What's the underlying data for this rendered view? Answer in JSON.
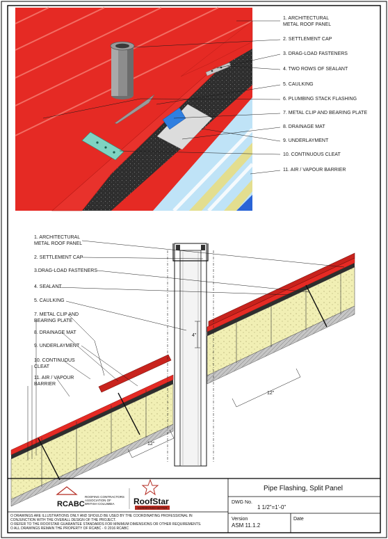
{
  "top_callouts": [
    {
      "lines": [
        "1. ARCHITECTURAL",
        "METAL ROOF PANEL"
      ]
    },
    {
      "lines": [
        "2. SETTLEMENT CAP"
      ]
    },
    {
      "lines": [
        "3. DRAG-LOAD FASTENERS"
      ]
    },
    {
      "lines": [
        "4. TWO ROWS OF SEALANT"
      ]
    },
    {
      "lines": [
        "5. CAULKING"
      ]
    },
    {
      "lines": [
        "6. PLUMBING STACK FLASHING"
      ]
    },
    {
      "lines": [
        "7. METAL CLIP AND BEARING PLATE"
      ]
    },
    {
      "lines": [
        "8. DRAINAGE MAT"
      ]
    },
    {
      "lines": [
        "9. UNDERLAYMENT"
      ]
    },
    {
      "lines": [
        "10. CONTINUOUS CLEAT"
      ]
    },
    {
      "lines": [
        "11. AIR / VAPOUR BARRIER"
      ]
    }
  ],
  "section_callouts": [
    {
      "lines": [
        "1. ARCHITECTURAL",
        "METAL ROOF PANEL"
      ]
    },
    {
      "lines": [
        "2. SETTLEMENT CAP"
      ]
    },
    {
      "lines": [
        "3.DRAG-LOAD FASTENERS"
      ]
    },
    {
      "lines": [
        "4. SEALANT"
      ]
    },
    {
      "lines": [
        "5. CAULKING"
      ]
    },
    {
      "lines": [
        "7. METAL CLIP AND",
        "BEARING PLATE"
      ]
    },
    {
      "lines": [
        "8. DRAINAGE MAT"
      ]
    },
    {
      "lines": [
        "9. UNDERLAYMENT"
      ]
    },
    {
      "lines": [
        "10. CONTINUOUS",
        "CLEAT"
      ]
    },
    {
      "lines": [
        "11. AIR / VAPOUR",
        "BARRIER"
      ]
    }
  ],
  "dimensions": {
    "dim_4": "4\"",
    "dim_12_left": "12\"",
    "dim_12_right": "12\""
  },
  "title_block": {
    "drawing_title": "Pipe Flashing, Split Panel",
    "dwg_no_label": "DWG No.",
    "scale": "1 1/2\"=1'-0\"",
    "version_label": "Version",
    "version_value": "ASM 11.1.2",
    "date_label": "Date",
    "date_value": "",
    "notes": [
      "O DRAWINGS ARE ILLUSTRATIONS ONLY AND SHOULD BE USED BY THE COORDINATING PROFESSIONAL IN",
      "CONJUNCTION WITH THE OVERALL DESIGN OF THE PROJECT.",
      "O REFER TO THE ROOFSTAR GUARANTEE STANDARDS FOR MINIMUM DIMENSIONS OR OTHER REQUIREMENTS.",
      "O ALL DRAWINGS REMAIN THE PROPERTY OF RCABC - © 2016 RCABC"
    ]
  },
  "logos": {
    "rcabc_text": "RCABC",
    "rcabc_subtitle": [
      "ROOFING CONTRACTORS",
      "ASSOCIATION OF",
      "BRITISH COLUMBIA"
    ],
    "roofstar_text": "RoofStar",
    "roofstar_tagline": "GUARANTEED BETTER"
  },
  "colors": {
    "roof_red": "#e52a24",
    "insulation": "#f1efb4",
    "barrier_blue": "#bfe3f7",
    "mat_black": "#2e2e2e"
  }
}
